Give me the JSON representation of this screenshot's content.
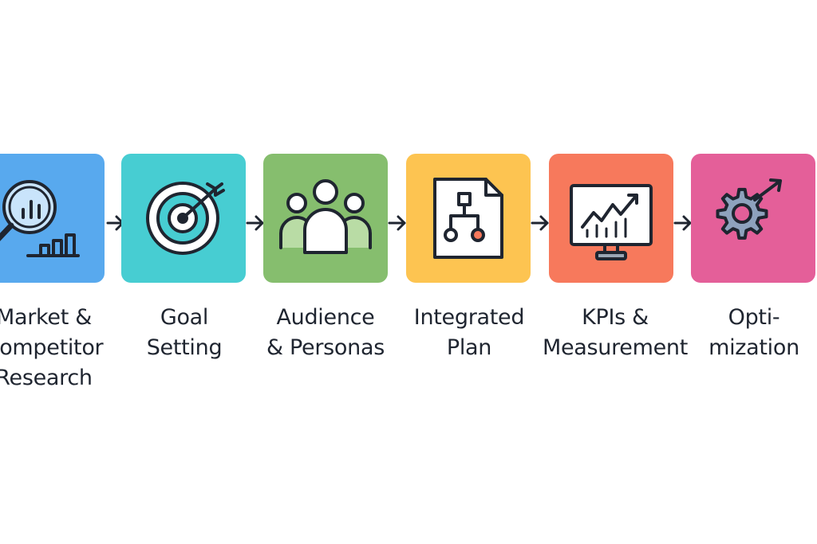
{
  "colors": {
    "research": "#58a9ee",
    "goal": "#47cdd2",
    "audience": "#86be6e",
    "plan": "#fdc451",
    "kpis": "#f7795c",
    "optimization": "#e45f99",
    "stroke": "#1f2530"
  },
  "steps": [
    {
      "icon": "magnifier-bar-chart-icon",
      "lines": [
        "Market &",
        "Competitor",
        "Research"
      ]
    },
    {
      "icon": "target-arrow-icon",
      "lines": [
        "Goal",
        "Setting"
      ]
    },
    {
      "icon": "people-group-icon",
      "lines": [
        "Audience",
        "& Personas"
      ]
    },
    {
      "icon": "document-flowchart-icon",
      "lines": [
        "Integrated",
        "Plan"
      ]
    },
    {
      "icon": "monitor-trend-chart-icon",
      "lines": [
        "KPIs &",
        "Measurement"
      ]
    },
    {
      "icon": "gear-arrow-icon",
      "lines": [
        "Opti-",
        "mization"
      ]
    }
  ]
}
